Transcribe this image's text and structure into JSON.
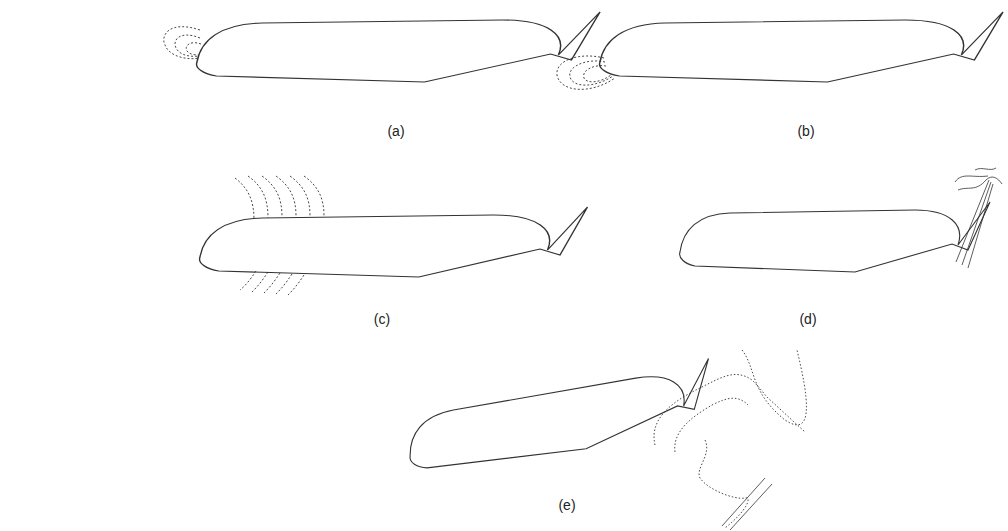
{
  "diagram": {
    "labels": [
      "(a)",
      "(b)",
      "(c)",
      "(d)",
      "(e)"
    ]
  }
}
